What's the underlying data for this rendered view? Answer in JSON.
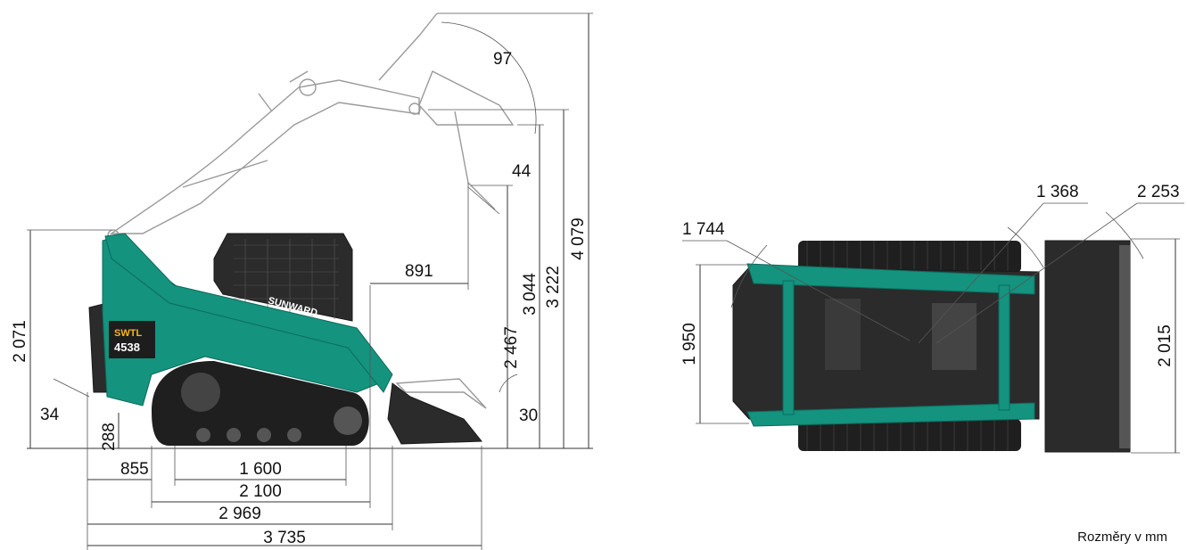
{
  "side_view": {
    "model_line1": "SWTL",
    "model_line2": "4538",
    "brand": "SUNWARD",
    "dimensions": {
      "dump_angle": "97",
      "bucket_angle_raised": "44",
      "reach_at_dump": "891",
      "dump_height": "2 467",
      "hinge_pin_height": "3 044",
      "bucket_bottom_height": "3 222",
      "overall_operating_height": "4 079",
      "machine_height": "2 071",
      "departure_angle": "34",
      "ground_clearance": "288",
      "rollback_angle_ground": "30",
      "rear_overhang": "855",
      "wheelbase": "1 600",
      "track_length": "2 100",
      "length_without_bucket": "2 969",
      "length_with_bucket": "3 735"
    }
  },
  "top_view": {
    "dimensions": {
      "turning_radius_rear": "1 744",
      "turning_radius_front": "1 368",
      "turning_radius_bucket": "2 253",
      "machine_width": "1 950",
      "bucket_width": "2 015"
    }
  },
  "units_note": "Rozměry v mm",
  "colors": {
    "body": "#14937f",
    "dark": "#2b2b2b",
    "track": "#1f1f1f"
  }
}
